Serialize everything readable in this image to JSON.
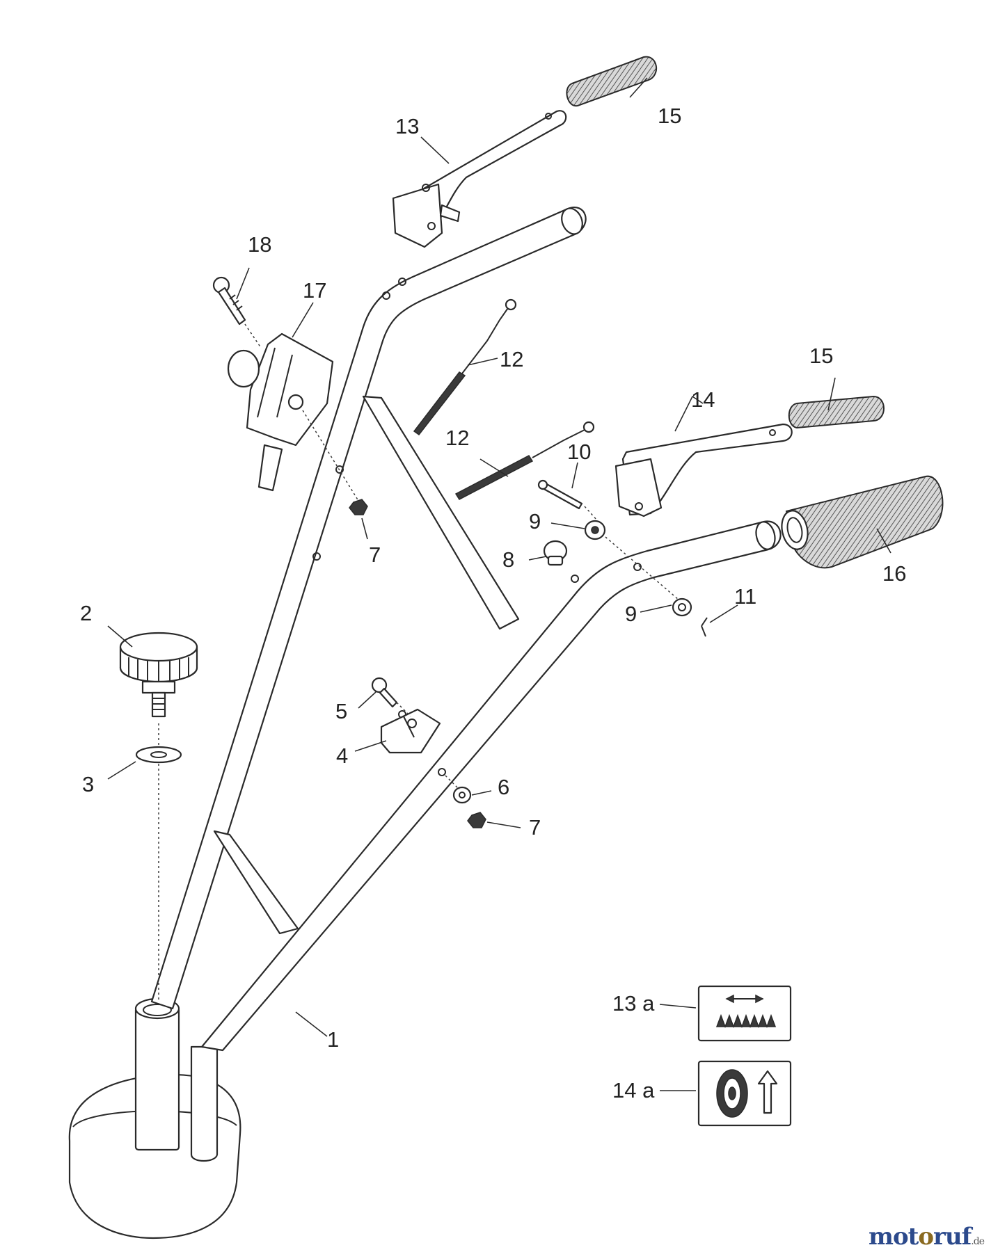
{
  "callouts": {
    "c1": "1",
    "c2": "2",
    "c3": "3",
    "c4": "4",
    "c5": "5",
    "c6": "6",
    "c7a": "7",
    "c7b": "7",
    "c8": "8",
    "c9a": "9",
    "c9b": "9",
    "c10": "10",
    "c11": "11",
    "c12a": "12",
    "c12b": "12",
    "c13": "13",
    "c14": "14",
    "c15a": "15",
    "c15b": "15",
    "c16": "16",
    "c17": "17",
    "c18": "18",
    "c13a": "13 a",
    "c14a": "14 a"
  },
  "legend_icons": {
    "decal_13a": "cutting-blade-arrows-icon",
    "decal_14a": "tire-forward-arrow-icon"
  },
  "watermark": {
    "part1": "mot",
    "part2": "o",
    "part3": "ruf",
    "part4": ".de"
  }
}
